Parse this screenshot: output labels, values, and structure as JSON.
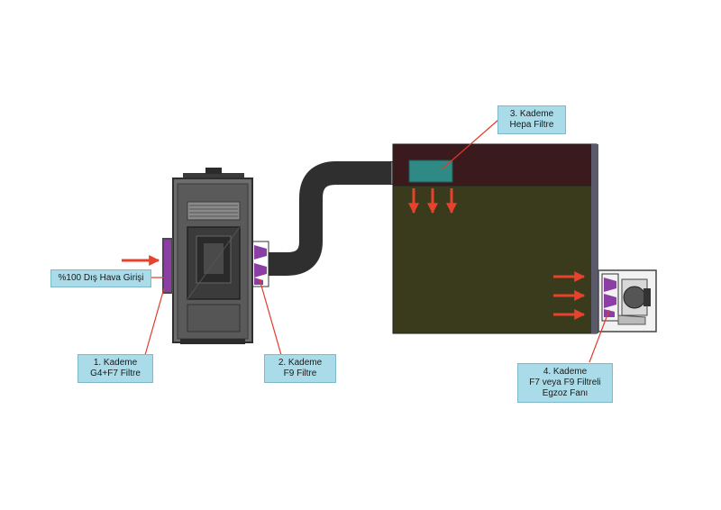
{
  "labels": {
    "outdoor_air": "%100 Dış Hava Girişi",
    "stage1": {
      "line1": "1. Kademe",
      "line2": "G4+F7 Filtre"
    },
    "stage2": {
      "line1": "2. Kademe",
      "line2": "F9 Filtre"
    },
    "stage3": {
      "line1": "3. Kademe",
      "line2": "Hepa Filtre"
    },
    "stage4": {
      "line1": "4. Kademe",
      "line2": "F7 veya F9 Filtreli",
      "line3": "Egzoz Fanı"
    }
  },
  "colors": {
    "arrow": "#e8412c",
    "filter_purple": "#8b3fa5",
    "room_fill": "#3a3a1c",
    "room_header": "#3a1a1c",
    "duct": "#2f2f2f",
    "hepa": "#2f8a86",
    "callout_bg": "#a9dbe8",
    "leader": "#e23a2a"
  }
}
